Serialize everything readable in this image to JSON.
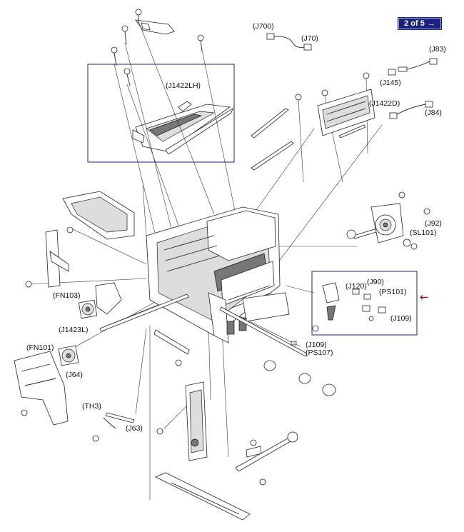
{
  "nav": {
    "page_indicator": "2 of 5",
    "next_arrow": "→"
  },
  "callout_arrow": "←",
  "colors": {
    "frame_box": "#1a237e",
    "callout": "#c00000",
    "pager_bg": "#1a237e"
  },
  "labels": {
    "j700": "(J700)",
    "j70": "(J70)",
    "j83": "(J83)",
    "j145": "(J145)",
    "j1422lh": "(J1422LH)",
    "j1422d": "(J1422D)",
    "j84": "(J84)",
    "j92": "(J92)",
    "sl101": "(SL101)",
    "fn103": "(FN103)",
    "j1423l": "(J1423L)",
    "j90": "(J90)",
    "j120": "(J120)",
    "ps101": "(PS101)",
    "j109a": "(J109)",
    "j109b": "(J109)",
    "ps107": "(PS107)",
    "fn101": "(FN101)",
    "j64": "(J64)",
    "th3": "(TH3)",
    "j63": "(J63)"
  }
}
